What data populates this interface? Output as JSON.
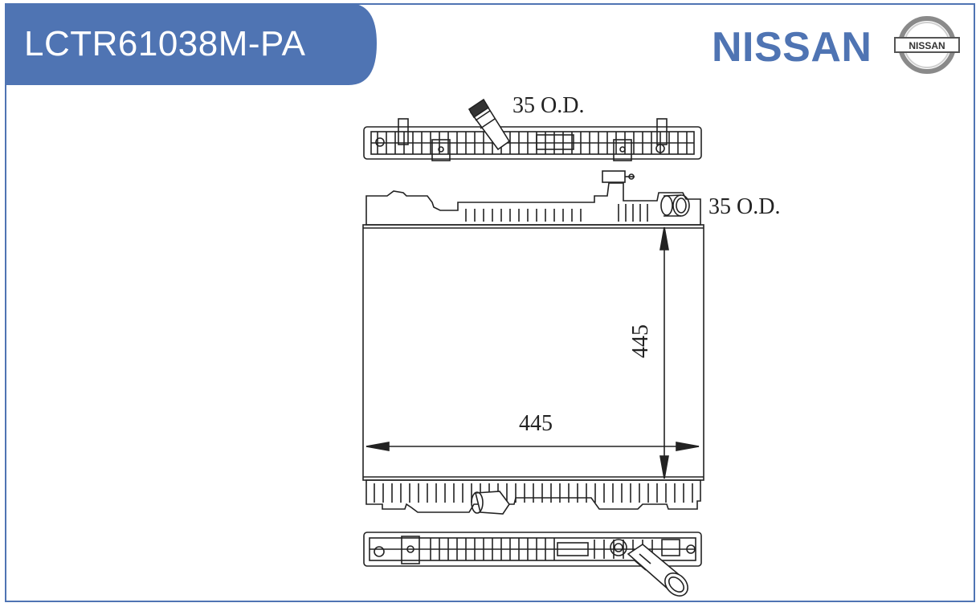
{
  "header": {
    "part_number": "LCTR61038M-PA",
    "brand": "NISSAN",
    "badge_text": "NISSAN"
  },
  "drawing": {
    "inlet_label": "35 O.D.",
    "outlet_label": "35 O.D.",
    "height_dim": "445",
    "width_dim": "445"
  },
  "colors": {
    "accent": "#4f74b3",
    "line": "#222222"
  },
  "icons": [
    "nissan-badge-icon"
  ]
}
